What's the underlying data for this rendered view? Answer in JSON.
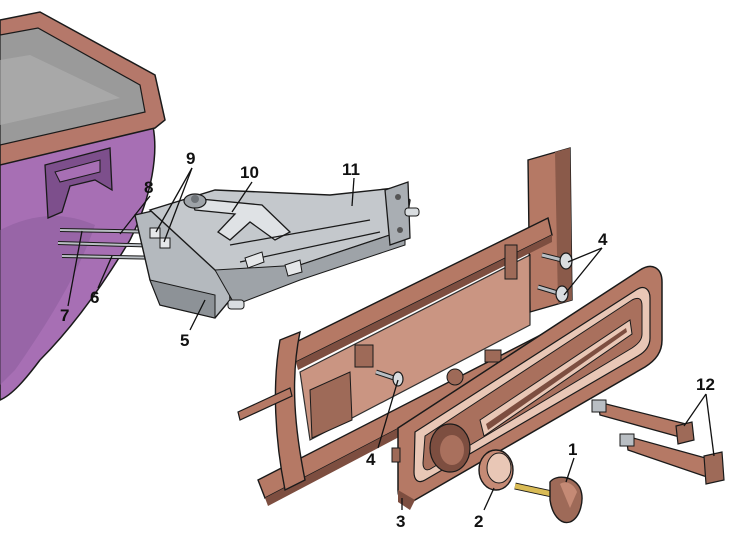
{
  "colors": {
    "housing_purple": "#a76fb4",
    "housing_purple_dark": "#7d4f8c",
    "housing_rim": "#b5786a",
    "housing_inner": "#9a9a9a",
    "mechanism_gray": "#c4c8cc",
    "mechanism_gray_dark": "#8d9297",
    "panel_brown": "#b57965",
    "panel_brown_dark": "#7d4e40",
    "panel_light": "#e9c7b6",
    "screw_gray": "#b9bec3",
    "pin_yellow": "#d9bb55",
    "line": "#1a1a1a"
  },
  "callouts": {
    "c1": "1",
    "c2": "2",
    "c3": "3",
    "c4a": "4",
    "c4b": "4",
    "c5": "5",
    "c6": "6",
    "c7": "7",
    "c8": "8",
    "c9": "9",
    "c10": "10",
    "c11": "11",
    "c12": "12"
  }
}
